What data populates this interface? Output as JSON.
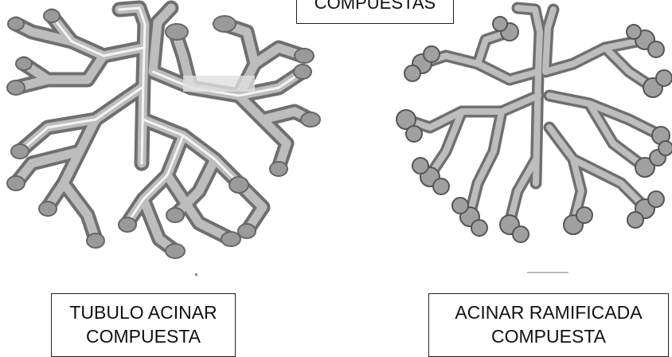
{
  "header": {
    "line1": "COMPUESTAS"
  },
  "left_label": {
    "line1": "TUBULO ACINAR",
    "line2": "COMPUESTA"
  },
  "right_label": {
    "line1": "ACINAR RAMIFICADA",
    "line2": "COMPUESTA"
  },
  "colors": {
    "duct_outer": "#6f6f6f",
    "duct_fill": "#bdbdbd",
    "lumen": "#f4f4f4",
    "border": "#222222"
  },
  "diagrams": [
    {
      "name": "tubulo-acinar-compuesta",
      "style": "tubular branching ducts"
    },
    {
      "name": "acinar-ramificada-compuesta",
      "style": "branching ducts with acini"
    }
  ]
}
